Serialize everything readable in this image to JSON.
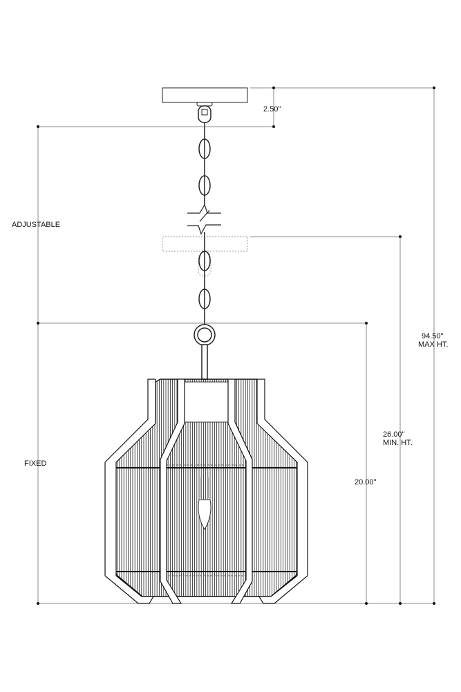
{
  "dimensions": {
    "canopy_height": "2.50\"",
    "max_height_value": "94.50\"",
    "max_height_label": "MAX HT.",
    "min_height_value": "26.00\"",
    "min_height_label": "MIN. HT.",
    "fixed_height": "20.00\""
  },
  "sections": {
    "adjustable": "ADJUSTABLE",
    "fixed": "FIXED"
  },
  "colors": {
    "line": "#111111",
    "dim_line": "#777777"
  }
}
